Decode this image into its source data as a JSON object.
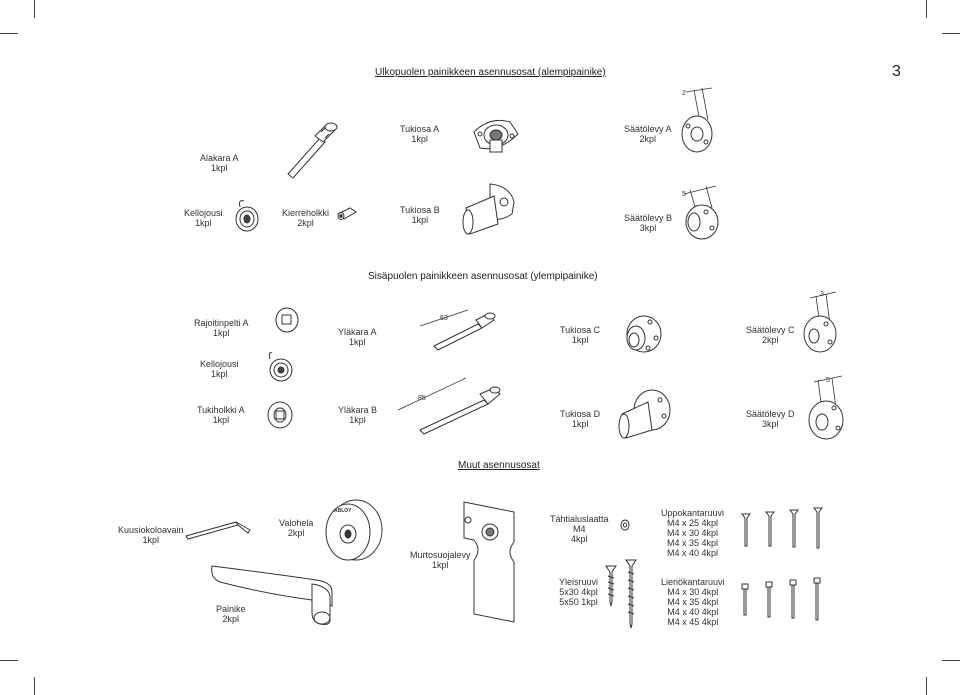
{
  "page_number": "3",
  "sections": {
    "outer": "Ulkopuolen painikkeen asennusosat (alempipainike)",
    "inner": "Sisäpuolen painikkeen asennusosat (ylempipainike)",
    "other": "Muut asennusosat"
  },
  "outer_parts": {
    "alakara_a": [
      "Alakara A",
      "1kpl"
    ],
    "tukiosa_a": [
      "Tukiosa A",
      "1kpl"
    ],
    "saatolevy_a": [
      "Säätölevy A",
      "2kpl"
    ],
    "kellojousi": [
      "Kellojousi",
      "1kpl"
    ],
    "kierreholkki": [
      "Kierreholkki",
      "2kpl"
    ],
    "tukiosa_b": [
      "Tukiosa B",
      "1kpl"
    ],
    "saatolevy_b": [
      "Säätölevy B",
      "3kpl"
    ]
  },
  "inner_parts": {
    "rajoitinpelti_a": [
      "Rajoitinpelti A",
      "1kpl"
    ],
    "ylakara_a": [
      "Yläkara A",
      "1kpl"
    ],
    "tukiosa_c": [
      "Tukiosa C",
      "1kpl"
    ],
    "saatolevy_c": [
      "Säätölevy C",
      "2kpl"
    ],
    "kellojousi": [
      "Kellojousi",
      "1kpl"
    ],
    "tukiholkki_a": [
      "Tukiholkki A",
      "1kpl"
    ],
    "ylakara_b": [
      "Yläkara B",
      "1kpl"
    ],
    "tukiosa_d": [
      "Tukiosa D",
      "1kpl"
    ],
    "saatolevy_d": [
      "Säätölevy D",
      "3kpl"
    ]
  },
  "dimensions": {
    "ylakara_a": "63",
    "ylakara_b": "85",
    "saatolevy_a": "2",
    "saatolevy_b": "5",
    "saatolevy_c": "3",
    "saatolevy_d": "5"
  },
  "other_parts": {
    "kuusiokoloavain": [
      "Kuusiokoloavain",
      "1kpl"
    ],
    "valohela": [
      "Valohela",
      "2kpl"
    ],
    "murtosuojalevy": [
      "Murtosuojalevy",
      "1kpl"
    ],
    "tahtialuslaatta": [
      "Tähtialuslaatta",
      "M4",
      "4kpl"
    ],
    "uppokantaruuvi": [
      "Uppokantaruuvi",
      "M4 x 25 4kpl",
      "M4 x 30 4kpl",
      "M4 x 35 4kpl",
      "M4 x 40 4kpl"
    ],
    "painike": [
      "Painike",
      "2kpl"
    ],
    "yleisruuvi": [
      "Yleisruuvi",
      "5x30 4kpl",
      "5x50 1kpl"
    ],
    "lieriokantaruuvi": [
      "Lieriökantaruuvi",
      "M4 x 30 4kpl",
      "M4 x 35 4kpl",
      "M4 x 40 4kpl",
      "M4 x 45 4kpl"
    ]
  },
  "brand_mark": "ABLOY"
}
